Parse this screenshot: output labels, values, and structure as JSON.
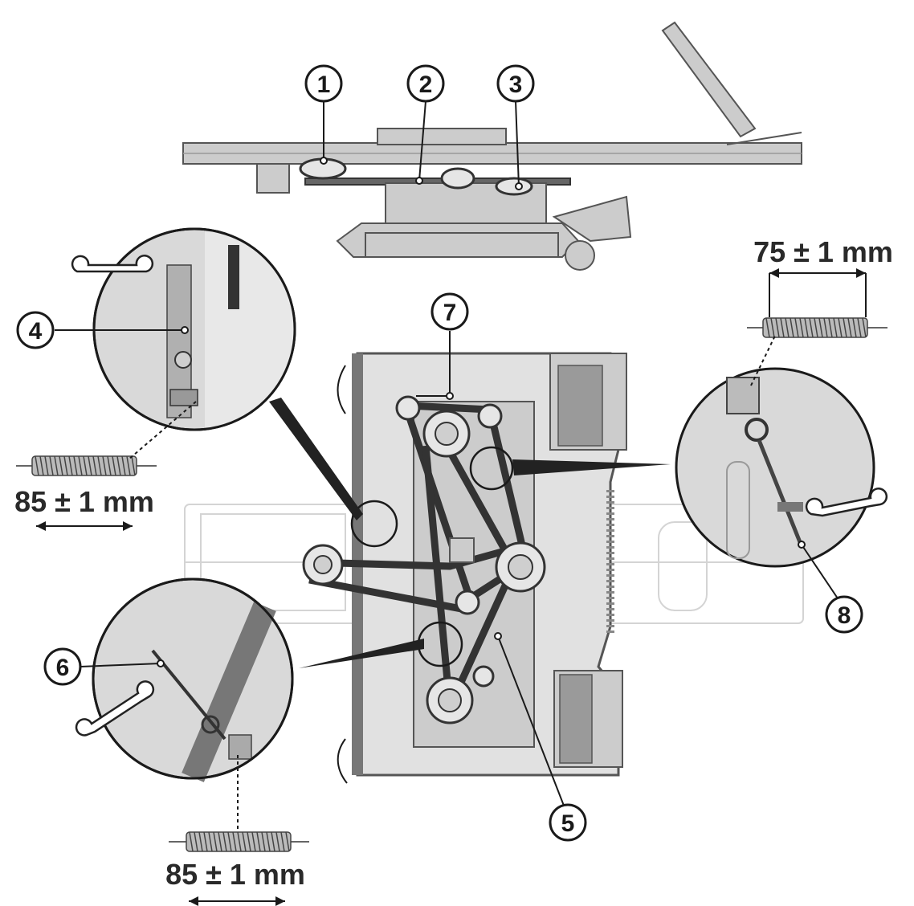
{
  "callouts": [
    "1",
    "2",
    "3",
    "4",
    "5",
    "6",
    "7",
    "8"
  ],
  "dimensions": {
    "spring_left": "85 ± 1 mm",
    "spring_bottom": "85 ± 1 mm",
    "spring_right": "75 ± 1 mm"
  },
  "colors": {
    "line": "#1a1a1a",
    "metal": "#cccccc",
    "zoom_background": "#d9d9d9",
    "ghost_outline": "#d4d4d4"
  }
}
